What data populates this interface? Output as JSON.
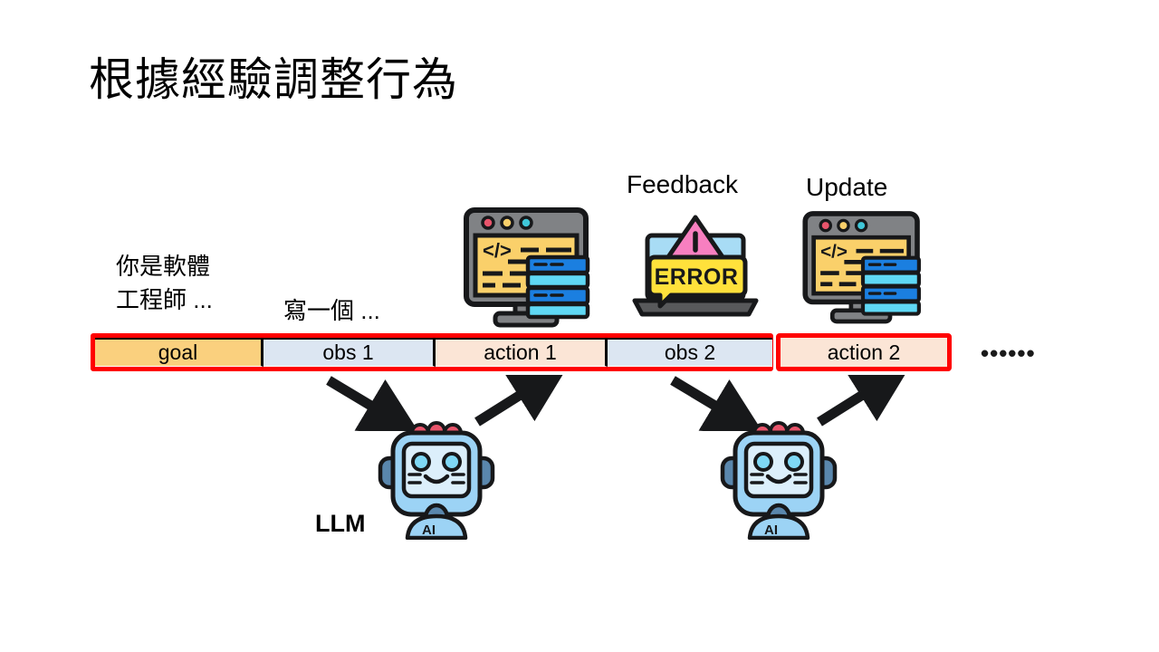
{
  "slide": {
    "title": "根據經驗調整行為",
    "background_color": "#FFFFFF"
  },
  "prompts": [
    {
      "id": "goal-prompt",
      "text": "你是軟體\n工程師 ..."
    },
    {
      "id": "action-prompt",
      "text": "寫一個 ..."
    }
  ],
  "captions": {
    "feedback": "Feedback",
    "update": "Update"
  },
  "timeline": {
    "outline_color": "#FF0000",
    "divider_color": "#000000",
    "segments": [
      {
        "label": "goal",
        "color": "#FAD07E",
        "kind": "goal"
      },
      {
        "label": "obs 1",
        "color": "#DCE6F2",
        "kind": "observation"
      },
      {
        "label": "action 1",
        "color": "#FBE5D6",
        "kind": "action"
      },
      {
        "label": "obs 2",
        "color": "#DCE6F2",
        "kind": "observation"
      }
    ],
    "highlighted_segment": {
      "label": "action 2",
      "color": "#FBE5D6",
      "kind": "action"
    },
    "continuation": "••••••"
  },
  "agent": {
    "label": "LLM",
    "badge": "AI",
    "body_color": "#9CD3F5",
    "face_color": "#DCEFFB",
    "outline_color": "#1A1A1A",
    "antenna_color": "#E8546B"
  },
  "icons": {
    "code_monitor": {
      "name": "code-monitor-icon",
      "screen_color": "#FAD06A",
      "frame_color": "#808285",
      "code_glyph": "</>",
      "server_color": "#1B7FE0"
    },
    "error_laptop": {
      "name": "error-laptop-icon",
      "screen_color": "#A8DCF5",
      "warning_color": "#F77FC0",
      "bubble_color": "#FFE13B",
      "bubble_text": "ERROR",
      "warning_glyph": "!"
    }
  }
}
